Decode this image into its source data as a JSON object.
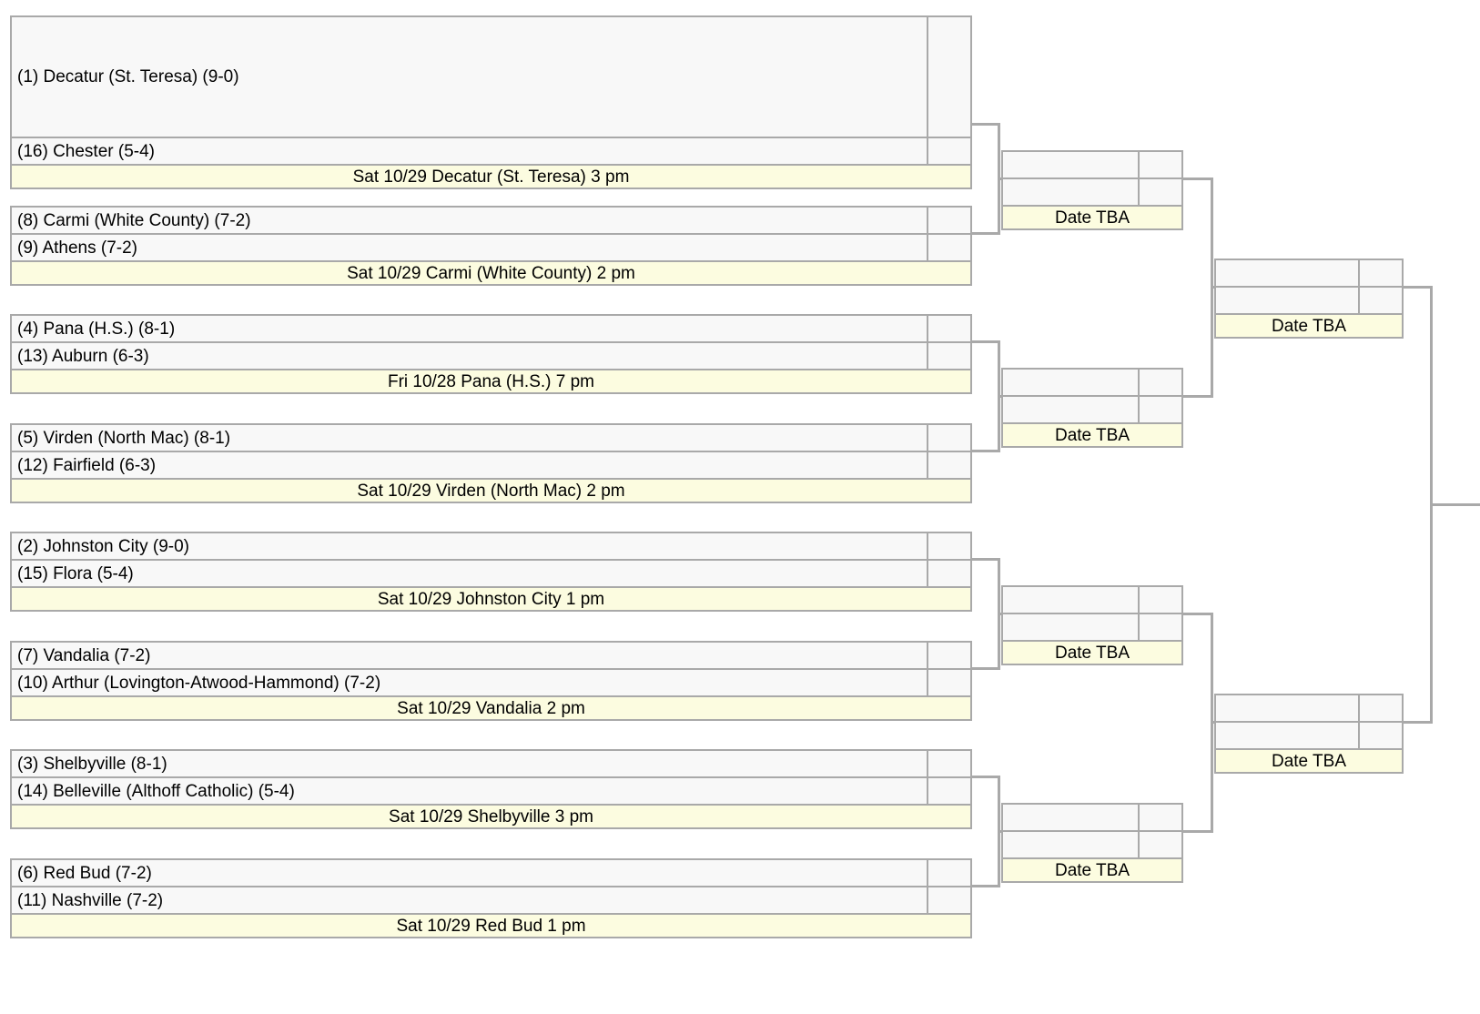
{
  "meta": {
    "bracket_type": "single-elimination",
    "rounds": 4,
    "colors": {
      "border": "#a9a9a9",
      "team_row_bg": "#f8f8f8",
      "game_info_bg": "#fcfce0",
      "text": "#000000",
      "page_bg": "#ffffff"
    }
  },
  "round1": {
    "games": [
      {
        "id": "r1g1",
        "teams": [
          {
            "seed": "(1)",
            "label": "(1) Decatur (St. Teresa) (9-0)",
            "score": ""
          },
          {
            "seed": "(16)",
            "label": "(16) Chester (5-4)",
            "score": ""
          }
        ],
        "info": "Sat 10/29 Decatur (St. Teresa) 3 pm"
      },
      {
        "id": "r1g2",
        "teams": [
          {
            "seed": "(8)",
            "label": "(8) Carmi (White County) (7-2)",
            "score": ""
          },
          {
            "seed": "(9)",
            "label": "(9) Athens (7-2)",
            "score": ""
          }
        ],
        "info": "Sat 10/29 Carmi (White County) 2 pm"
      },
      {
        "id": "r1g3",
        "teams": [
          {
            "seed": "(4)",
            "label": "(4) Pana (H.S.) (8-1)",
            "score": ""
          },
          {
            "seed": "(13)",
            "label": "(13) Auburn (6-3)",
            "score": ""
          }
        ],
        "info": "Fri 10/28 Pana (H.S.) 7 pm"
      },
      {
        "id": "r1g4",
        "teams": [
          {
            "seed": "(5)",
            "label": "(5) Virden (North Mac) (8-1)",
            "score": ""
          },
          {
            "seed": "(12)",
            "label": "(12) Fairfield (6-3)",
            "score": ""
          }
        ],
        "info": "Sat 10/29 Virden (North Mac) 2 pm"
      },
      {
        "id": "r1g5",
        "teams": [
          {
            "seed": "(2)",
            "label": "(2) Johnston City (9-0)",
            "score": ""
          },
          {
            "seed": "(15)",
            "label": "(15) Flora (5-4)",
            "score": ""
          }
        ],
        "info": "Sat 10/29 Johnston City 1 pm"
      },
      {
        "id": "r1g6",
        "teams": [
          {
            "seed": "(7)",
            "label": "(7) Vandalia (7-2)",
            "score": ""
          },
          {
            "seed": "(10)",
            "label": "(10) Arthur (Lovington-Atwood-Hammond) (7-2)",
            "score": ""
          }
        ],
        "info": "Sat 10/29 Vandalia 2 pm"
      },
      {
        "id": "r1g7",
        "teams": [
          {
            "seed": "(3)",
            "label": "(3) Shelbyville (8-1)",
            "score": ""
          },
          {
            "seed": "(14)",
            "label": "(14) Belleville (Althoff Catholic) (5-4)",
            "score": ""
          }
        ],
        "info": "Sat 10/29 Shelbyville 3 pm"
      },
      {
        "id": "r1g8",
        "teams": [
          {
            "seed": "(6)",
            "label": "(6) Red Bud (7-2)",
            "score": ""
          },
          {
            "seed": "(11)",
            "label": "(11) Nashville (7-2)",
            "score": ""
          }
        ],
        "info": "Sat 10/29 Red Bud 1 pm"
      }
    ]
  },
  "round2": {
    "games": [
      {
        "id": "r2g1",
        "teams": [
          {
            "label": "",
            "score": ""
          },
          {
            "label": "",
            "score": ""
          }
        ],
        "info": "Date TBA"
      },
      {
        "id": "r2g2",
        "teams": [
          {
            "label": "",
            "score": ""
          },
          {
            "label": "",
            "score": ""
          }
        ],
        "info": "Date TBA"
      },
      {
        "id": "r2g3",
        "teams": [
          {
            "label": "",
            "score": ""
          },
          {
            "label": "",
            "score": ""
          }
        ],
        "info": "Date TBA"
      },
      {
        "id": "r2g4",
        "teams": [
          {
            "label": "",
            "score": ""
          },
          {
            "label": "",
            "score": ""
          }
        ],
        "info": "Date TBA"
      }
    ]
  },
  "round3": {
    "games": [
      {
        "id": "r3g1",
        "teams": [
          {
            "label": "",
            "score": ""
          },
          {
            "label": "",
            "score": ""
          }
        ],
        "info": "Date TBA"
      },
      {
        "id": "r3g2",
        "teams": [
          {
            "label": "",
            "score": ""
          },
          {
            "label": "",
            "score": ""
          }
        ],
        "info": "Date TBA"
      }
    ]
  }
}
